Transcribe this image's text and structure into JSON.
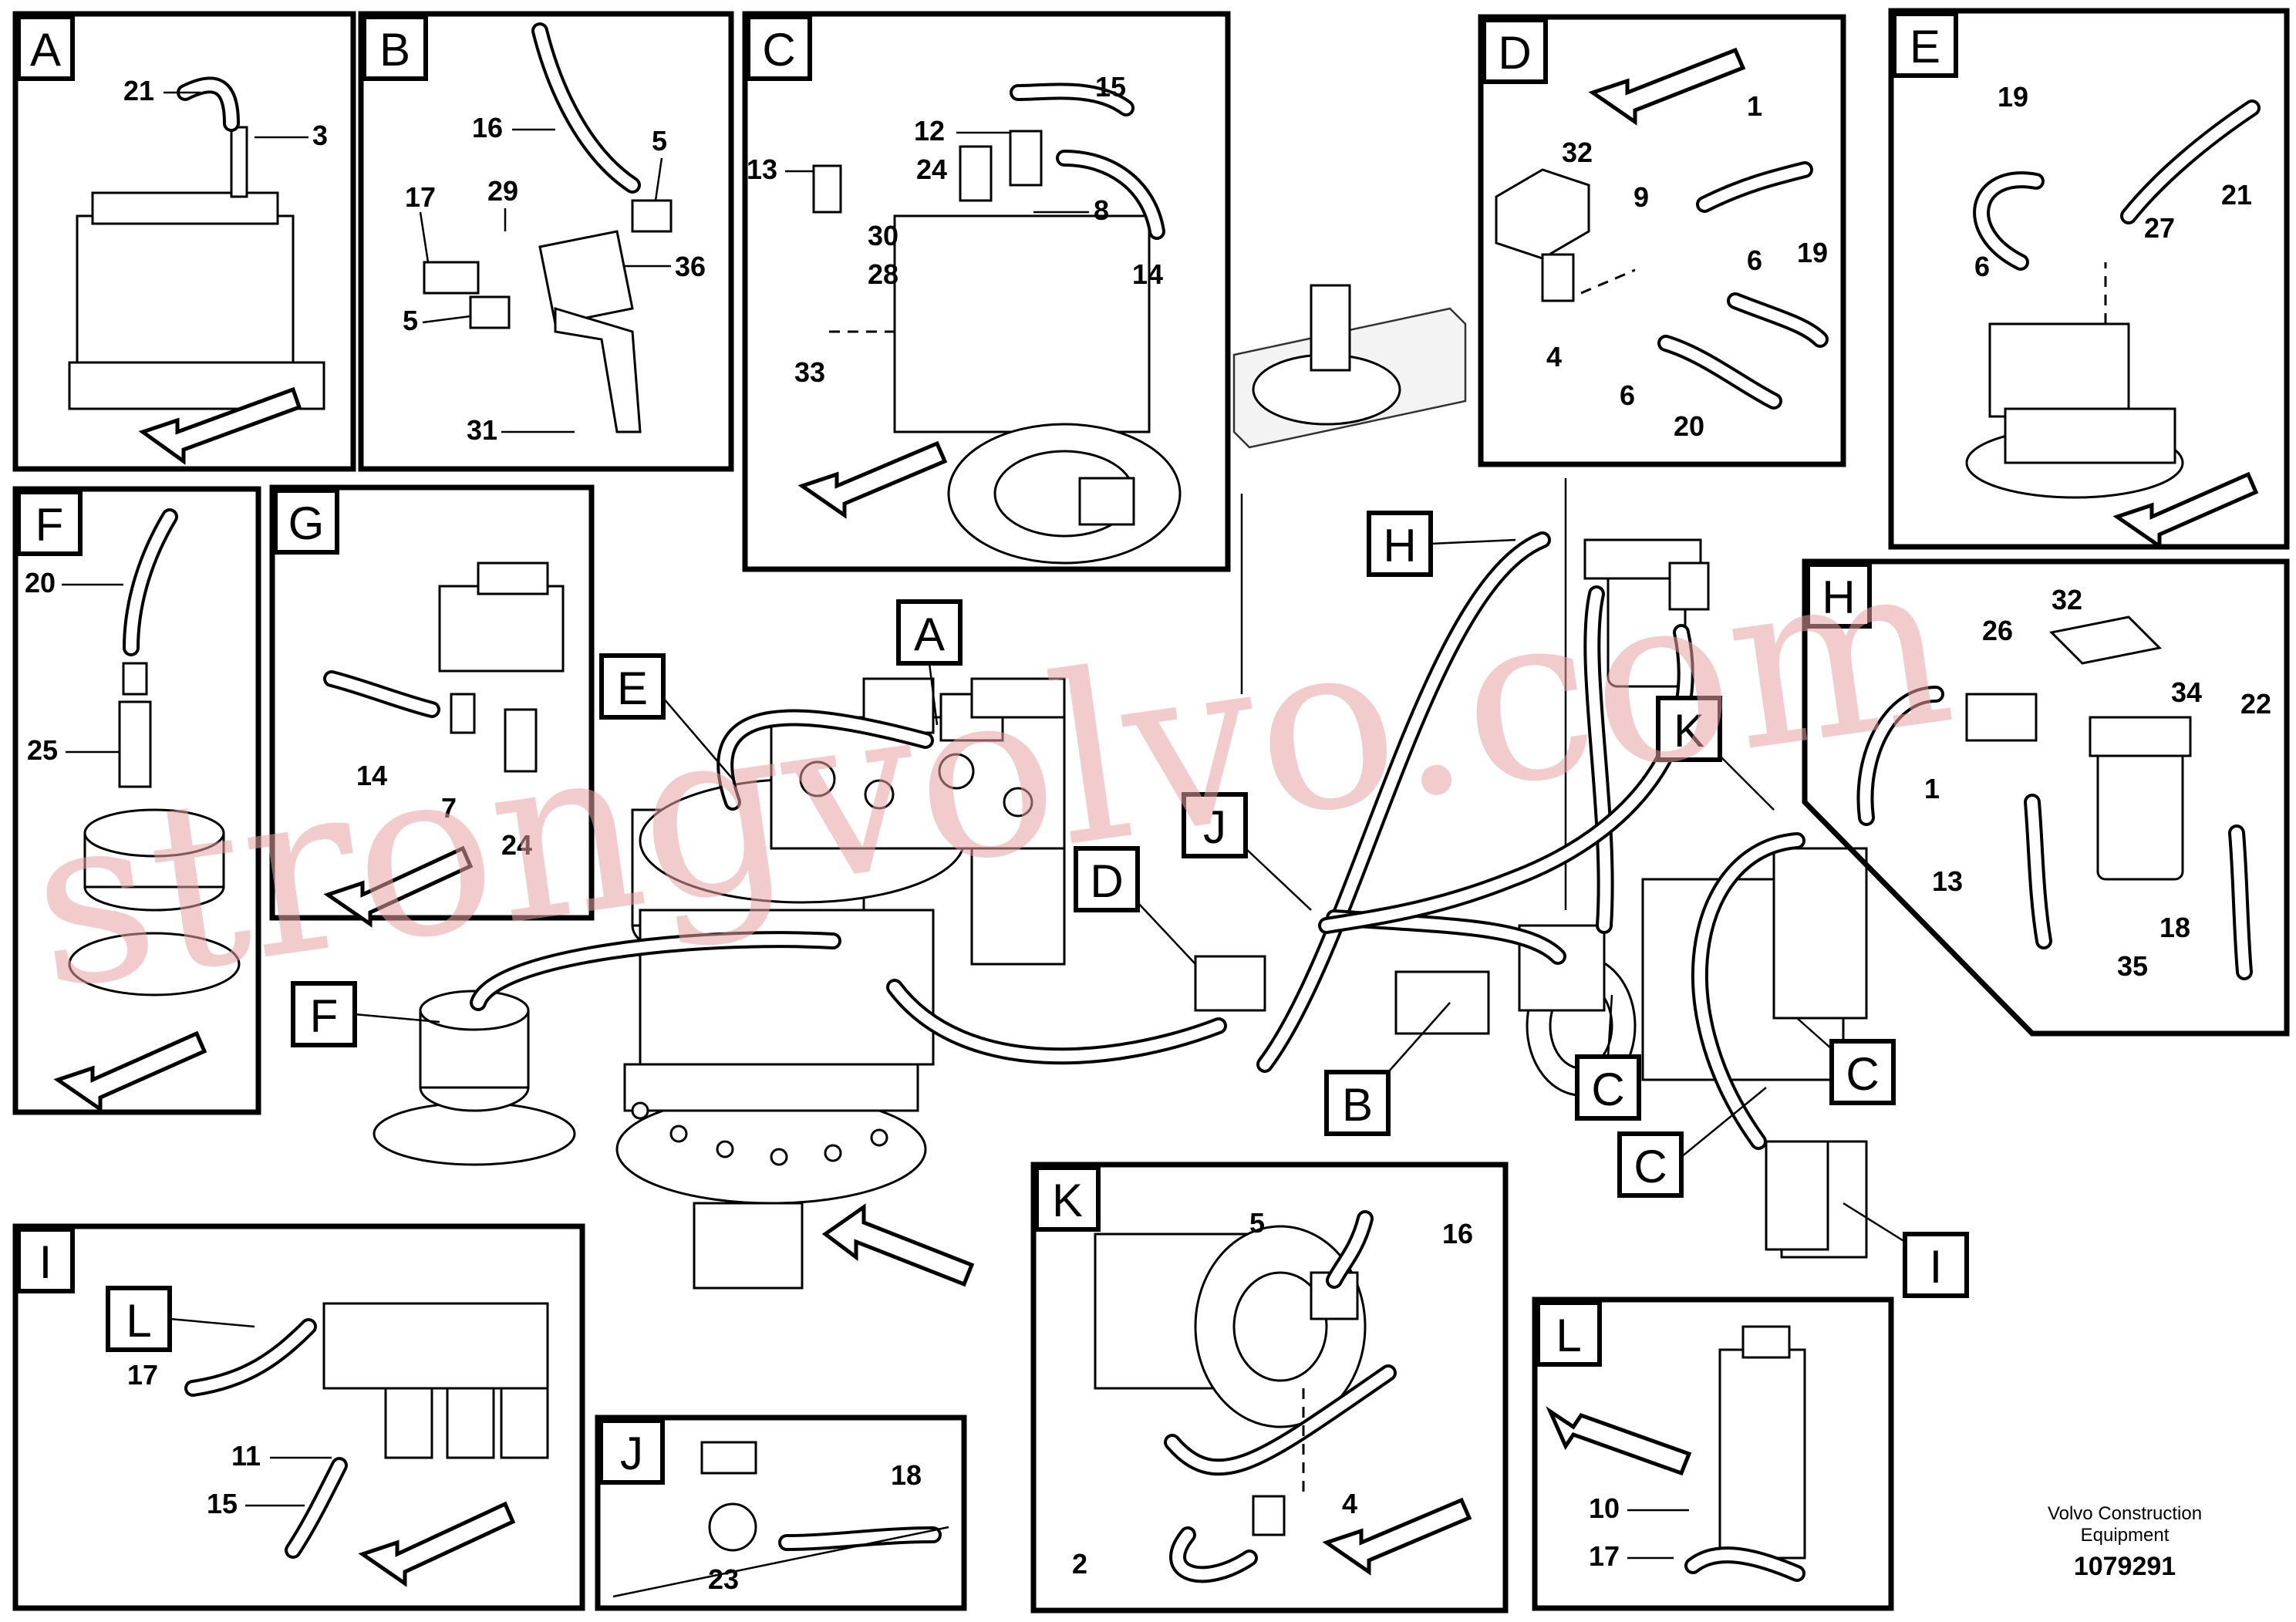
{
  "panels": {
    "A": {
      "tag": "A",
      "labels": [
        "21",
        "3"
      ]
    },
    "B": {
      "tag": "B",
      "labels": [
        "16",
        "5",
        "29",
        "17",
        "36",
        "5",
        "31"
      ]
    },
    "C": {
      "tag": "C",
      "labels": [
        "15",
        "12",
        "24",
        "13",
        "8",
        "30",
        "28",
        "14",
        "33"
      ]
    },
    "D": {
      "tag": "D",
      "labels": [
        "32",
        "1",
        "9",
        "6",
        "19",
        "4",
        "6",
        "20"
      ]
    },
    "E": {
      "tag": "E",
      "labels": [
        "19",
        "21",
        "27",
        "6"
      ]
    },
    "F": {
      "tag": "F",
      "labels": [
        "20",
        "25"
      ]
    },
    "G": {
      "tag": "G",
      "labels": [
        "14",
        "7",
        "24"
      ]
    },
    "H": {
      "tag": "H",
      "labels": [
        "32",
        "26",
        "34",
        "22",
        "1",
        "13",
        "35",
        "18"
      ]
    },
    "I": {
      "tag": "I",
      "labels": [
        "17",
        "11",
        "15"
      ],
      "inner_tag": "L"
    },
    "J": {
      "tag": "J",
      "labels": [
        "18",
        "23"
      ]
    },
    "K": {
      "tag": "K",
      "labels": [
        "5",
        "16",
        "4",
        "2"
      ]
    },
    "L": {
      "tag": "L",
      "labels": [
        "10",
        "17"
      ]
    }
  },
  "main_tags": [
    "A",
    "E",
    "D",
    "J",
    "F",
    "B",
    "H",
    "K",
    "C",
    "C",
    "C",
    "I"
  ],
  "watermark": "strongvolvo.com",
  "footer": {
    "company_line1": "Volvo Construction",
    "company_line2": "Equipment",
    "doc_number": "1079291"
  }
}
